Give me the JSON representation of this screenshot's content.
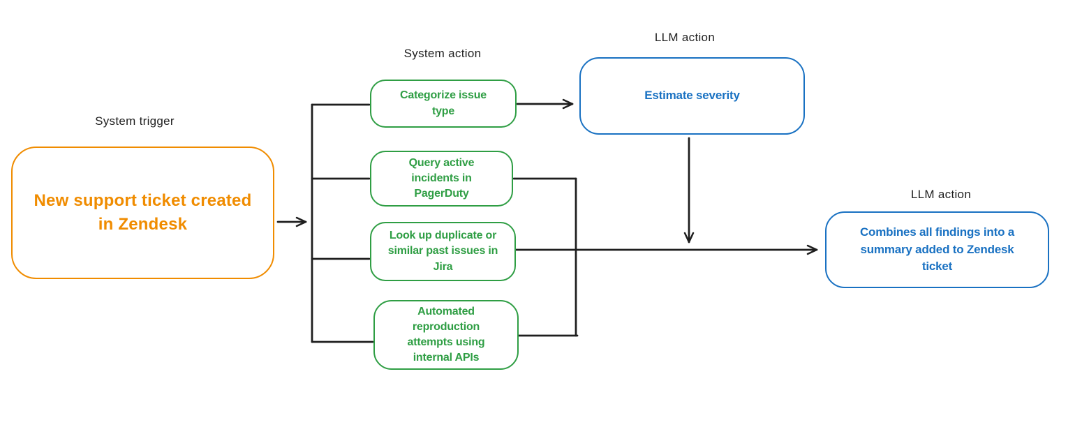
{
  "diagram": {
    "background": "#ffffff",
    "colors": {
      "trigger_accent": "#f08c00",
      "system_action_accent": "#2f9e44",
      "llm_action_accent": "#1971c2",
      "connector_ink": "#1e1e1e"
    },
    "lane_labels": {
      "system_trigger": "System trigger",
      "system_action": "System action",
      "llm_action_top": "LLM action",
      "llm_action_right": "LLM action"
    },
    "nodes": {
      "trigger": {
        "text": "New support ticket created\nin Zendesk",
        "kind": "System trigger"
      },
      "categorize": {
        "text": "Categorize issue\ntype",
        "kind": "System action"
      },
      "pagerduty": {
        "text": "Query active\nincidents in\nPagerDuty",
        "kind": "System action"
      },
      "jira": {
        "text": "Look up duplicate or\nsimilar past issues in\nJira",
        "kind": "System action"
      },
      "repro": {
        "text": "Automated\nreproduction\nattempts using\ninternal APIs",
        "kind": "System action"
      },
      "severity": {
        "text": "Estimate severity",
        "kind": "LLM action"
      },
      "summary": {
        "text": "Combines all findings into a\nsummary added to Zendesk\nticket",
        "kind": "LLM action"
      }
    },
    "edges": [
      {
        "from": "trigger",
        "to": "categorize",
        "arrow": true
      },
      {
        "from": "trigger",
        "to": "pagerduty",
        "arrow": true
      },
      {
        "from": "trigger",
        "to": "jira",
        "arrow": true
      },
      {
        "from": "trigger",
        "to": "repro",
        "arrow": true
      },
      {
        "from": "categorize",
        "to": "severity",
        "arrow": true
      },
      {
        "from": "pagerduty",
        "to": "summary",
        "arrow": true
      },
      {
        "from": "jira",
        "to": "summary",
        "arrow": true
      },
      {
        "from": "repro",
        "to": "summary",
        "arrow": true
      },
      {
        "from": "severity",
        "to": "summary",
        "arrow": true
      }
    ]
  }
}
